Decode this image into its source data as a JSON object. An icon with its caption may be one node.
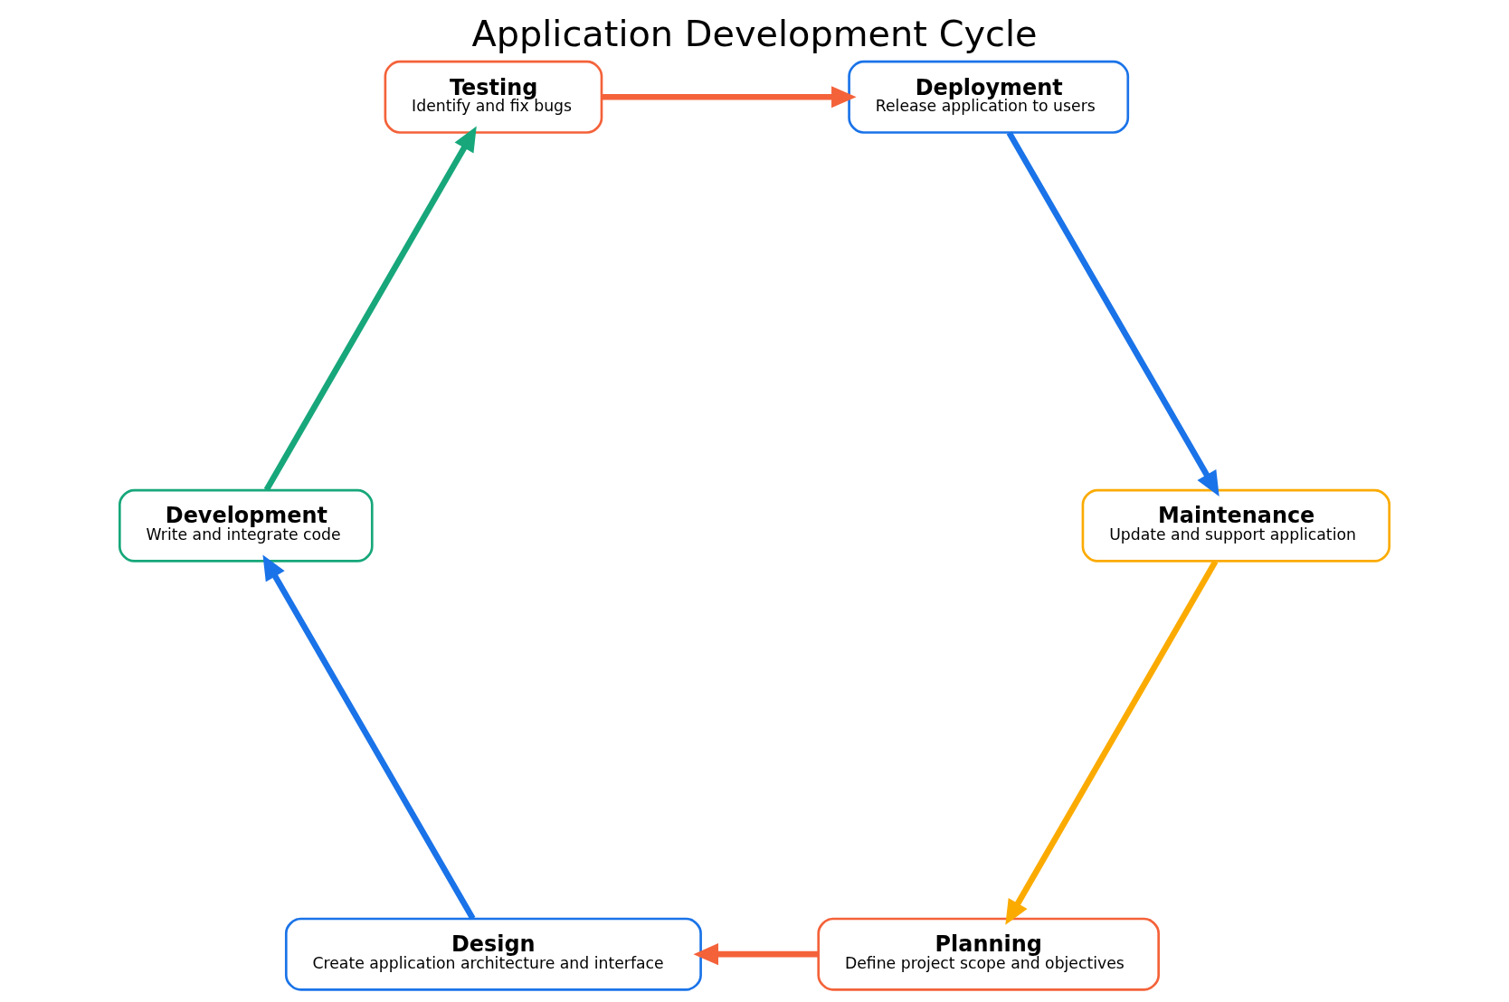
{
  "diagram": {
    "title": "Application Development Cycle",
    "nodes": [
      {
        "text": [
          "Planning",
          "Define project scope and objectives"
        ]
      },
      {
        "text": [
          "Design",
          "Create application architecture and interface"
        ]
      },
      {
        "text": [
          "Development",
          "Write and integrate code"
        ]
      },
      {
        "text": [
          "Testing",
          "Identify and fix bugs"
        ]
      },
      {
        "text": [
          "Deployment",
          "Release application to users"
        ]
      },
      {
        "text": [
          "Maintenance",
          "Update and support application"
        ]
      }
    ],
    "edges": [
      {
        "from": 0,
        "to": 1,
        "arrow": "to",
        "color": "#f4623a"
      },
      {
        "from": 1,
        "to": 2,
        "arrow": "to",
        "color": "#1a73e8"
      },
      {
        "from": 2,
        "to": 3,
        "arrow": "to",
        "color": "#17a77a"
      },
      {
        "from": 3,
        "to": 4,
        "arrow": "to",
        "color": "#f4623a"
      },
      {
        "from": 4,
        "to": 5,
        "arrow": "to",
        "color": "#1a73e8"
      },
      {
        "from": 5,
        "to": 0,
        "arrow": "to",
        "color": "#fbab00"
      }
    ]
  }
}
